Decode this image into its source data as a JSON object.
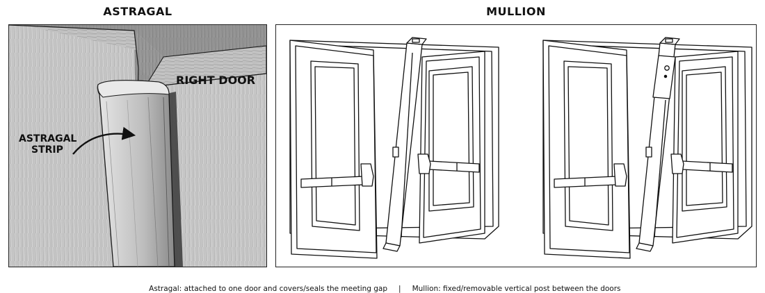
{
  "headings": {
    "astragal": "ASTRAGAL",
    "mullion": "MULLION"
  },
  "astragal_panel": {
    "label_right_door": "RIGHT DOOR",
    "label_strip_line1": "ASTRAGAL",
    "label_strip_line2": "STRIP"
  },
  "caption": {
    "left": "Astragal: attached to one door and covers/seals the meeting gap",
    "separator": "|",
    "right": "Mullion: fixed/removable vertical post between the doors"
  },
  "colors": {
    "wood_light": "#d8d8d8",
    "wood_mid": "#a9a9a9",
    "wood_dark": "#555555",
    "line": "#1a1a1a"
  }
}
